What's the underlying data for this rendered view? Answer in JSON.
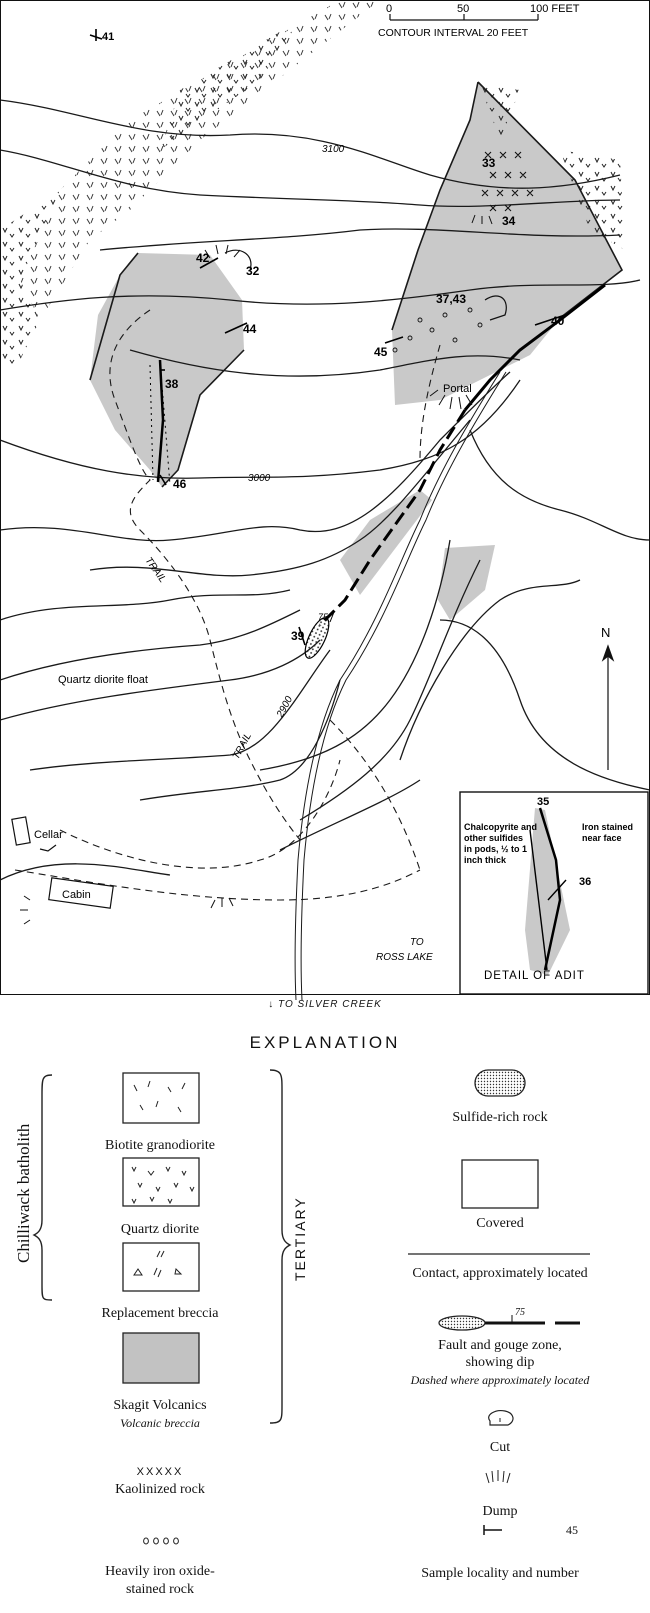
{
  "map": {
    "scale": {
      "ticks": [
        "0",
        "50",
        "100 FEET"
      ],
      "contour_interval": "CONTOUR INTERVAL 20 FEET"
    },
    "north_label": "N",
    "contour_labels": [
      "3100",
      "3000",
      "2900"
    ],
    "samples": [
      "41",
      "42",
      "32",
      "44",
      "38",
      "46",
      "33",
      "34",
      "37,43",
      "45",
      "40",
      "39"
    ],
    "dip_label": "75",
    "place_labels": {
      "portal": "Portal",
      "trail_1": "TRAIL",
      "trail_2": "TRAIL",
      "quartz_float": "Quartz diorite float",
      "cellar": "Cellar",
      "cabin": "Cabin",
      "to_ross_1": "TO",
      "to_ross_2": "ROSS LAKE"
    },
    "inset": {
      "title": "DETAIL OF ADIT",
      "sample_top": "35",
      "sample_bottom": "36",
      "note_left": [
        "Chalcopyrite and",
        "other sulfides",
        "in pods, ½ to 1",
        "inch thick"
      ],
      "note_right": [
        "Iron stained",
        "near face"
      ]
    },
    "bottom_note": "↓ TO SILVER CREEK"
  },
  "explanation": {
    "title": "EXPLANATION",
    "group_label": "Chilliwack batholith",
    "age_label": "TERTIARY",
    "left_items": [
      {
        "label": "Biotite granodiorite",
        "sub": ""
      },
      {
        "label": "Quartz diorite",
        "sub": ""
      },
      {
        "label": "Replacement breccia",
        "sub": ""
      },
      {
        "label": "Skagit Volcanics",
        "sub": "Volcanic breccia"
      },
      {
        "label": "Kaolinized rock",
        "sub": ""
      },
      {
        "label": "Heavily iron oxide-",
        "sub": "stained rock"
      }
    ],
    "left_symbols": {
      "kaolin": "XXXXX",
      "iron": "0000"
    },
    "right_items": [
      {
        "label": "Sulfide-rich rock",
        "sub": ""
      },
      {
        "label": "Covered",
        "sub": ""
      },
      {
        "label": "Contact, approximately located",
        "sub": ""
      },
      {
        "label": "Fault and gouge zone,",
        "sub": "showing dip"
      },
      {
        "label": "Dashed where approximately located",
        "sub": ""
      },
      {
        "label": "Cut",
        "sub": ""
      },
      {
        "label": "Dump",
        "sub": ""
      },
      {
        "label": "Sample locality and number",
        "sub": ""
      }
    ],
    "fault_dip": "75",
    "sample_num": "45"
  },
  "colors": {
    "volcanics_fill": "#c9c9c9",
    "line": "#1a1a1a"
  }
}
